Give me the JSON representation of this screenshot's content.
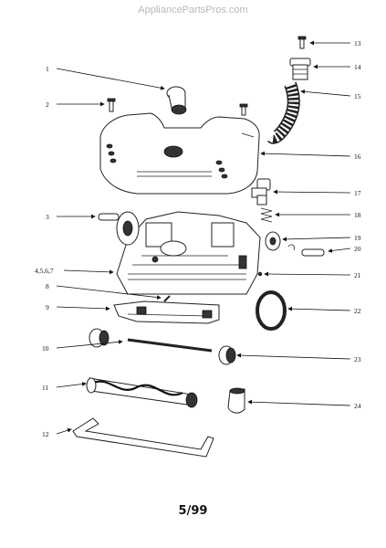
{
  "header": {
    "watermark": "AppliancePartsPros.com"
  },
  "footer": {
    "date_code": "5/99"
  },
  "callouts": [
    {
      "id": "1",
      "label": "1"
    },
    {
      "id": "2",
      "label": "2"
    },
    {
      "id": "3",
      "label": "3"
    },
    {
      "id": "4",
      "label": "4,5,6,7"
    },
    {
      "id": "8",
      "label": "8"
    },
    {
      "id": "9",
      "label": "9"
    },
    {
      "id": "10",
      "label": "10"
    },
    {
      "id": "11",
      "label": "11"
    },
    {
      "id": "12",
      "label": "12"
    },
    {
      "id": "13",
      "label": "13"
    },
    {
      "id": "14",
      "label": "14"
    },
    {
      "id": "15",
      "label": "15"
    },
    {
      "id": "16",
      "label": "16"
    },
    {
      "id": "17",
      "label": "17"
    },
    {
      "id": "18",
      "label": "18"
    },
    {
      "id": "19",
      "label": "19"
    },
    {
      "id": "20",
      "label": "20"
    },
    {
      "id": "21",
      "label": "21"
    },
    {
      "id": "22",
      "label": "22"
    },
    {
      "id": "23",
      "label": "23"
    },
    {
      "id": "24",
      "label": "24"
    }
  ]
}
